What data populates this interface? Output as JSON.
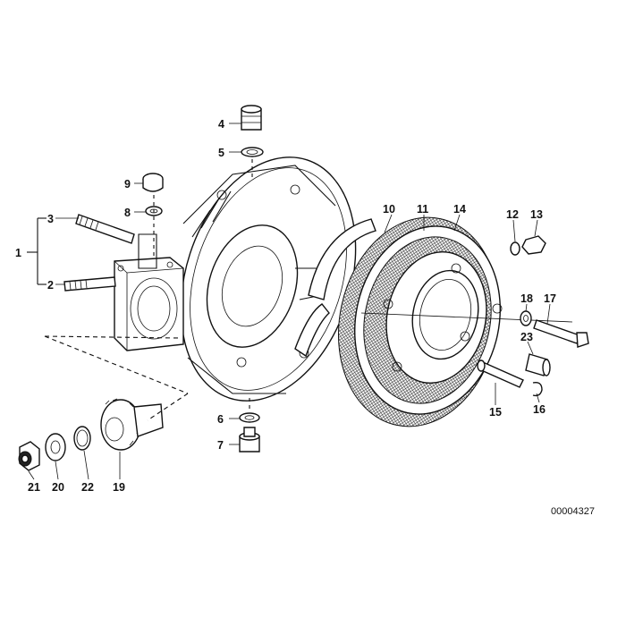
{
  "diagram": {
    "reference_number": "00004327",
    "callouts": {
      "p1": "1",
      "p2": "2",
      "p3": "3",
      "p4": "4",
      "p5": "5",
      "p6": "6",
      "p7": "7",
      "p8": "8",
      "p9": "9",
      "p10": "10",
      "p11": "11",
      "p12": "12",
      "p13": "13",
      "p14": "14",
      "p15": "15",
      "p16": "16",
      "p17": "17",
      "p18": "18",
      "p19": "19",
      "p20": "20",
      "p21": "21",
      "p22": "22",
      "p23": "23"
    }
  }
}
